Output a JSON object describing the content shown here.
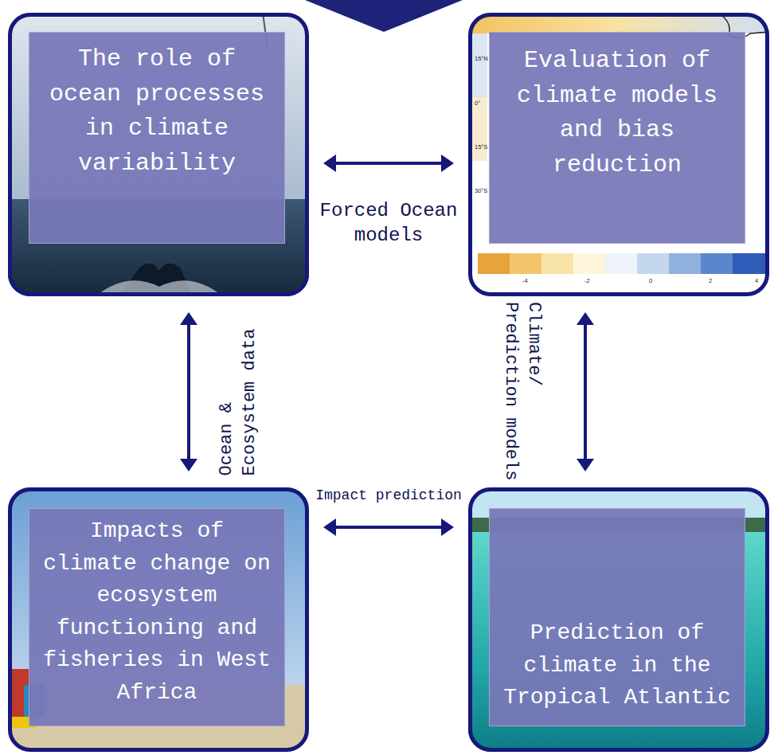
{
  "diagram": {
    "nodes": [
      {
        "text": [
          "The role of ocean processes in climate variability"
        ]
      },
      {
        "text": [
          "Evaluation of climate models and bias reduction"
        ]
      },
      {
        "text": [
          "Impacts of climate change on ecosystem functioning and fisheries in West Africa"
        ]
      },
      {
        "text": [
          "Prediction of climate in the Tropical Atlantic"
        ]
      }
    ],
    "edges": [
      {
        "from": 0,
        "to": 1,
        "arrow": "both",
        "label": "Forced Ocean models"
      },
      {
        "from": 0,
        "to": 2,
        "arrow": "both",
        "label": "Ocean & Ecosystem data"
      },
      {
        "from": 1,
        "to": 3,
        "arrow": "both",
        "label": "Climate/ Prediction models"
      },
      {
        "from": 2,
        "to": 3,
        "arrow": "both",
        "label": "Impact prediction"
      }
    ],
    "labels": [
      "15°N",
      "0°",
      "15°S",
      "30°S",
      "-4",
      "-2",
      "0",
      "2",
      "4"
    ]
  }
}
